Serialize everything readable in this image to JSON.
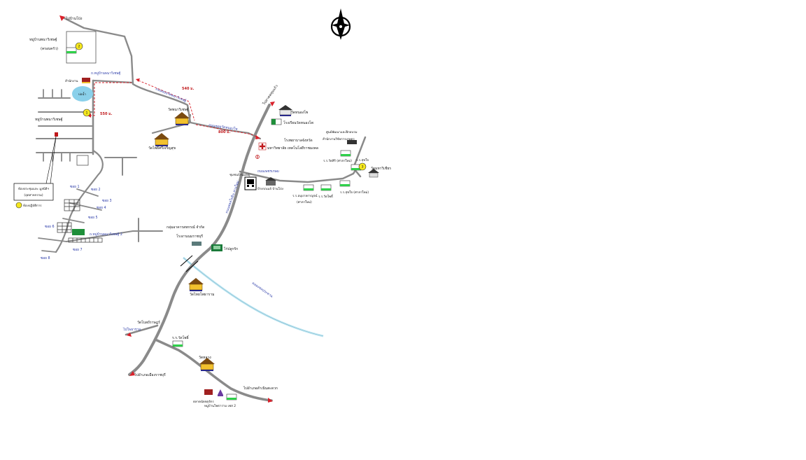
{
  "legend": {
    "title": "ห้องประชุมและ มูลนิธิฯ",
    "subtitle": "(อุตสาหกรรม)",
    "item": "ห้องปฏิบัติการ"
  },
  "labels": {
    "to_top": "ไปบ้านโป่ง",
    "village_top_1": "หมู่บ้านพนาวิเชษฐ์",
    "village_top_2": "(ครอบครัว)",
    "office": "สำนักงาน",
    "pond": "บ่อน้ำ",
    "road_village1": "ถ.หมู่บ้านพนาวิเชษฐ์",
    "village_mid": "หมู่บ้านพนาวิเชษฐ์",
    "dist_540": "540 ม.",
    "dist_550": "550 ม.",
    "dist_800": "800 ม.",
    "road_wat_1": "ถนนซอยวัดพนาวิเชษฐ์",
    "road_wat_2": "ถนนซอยวัดหนองโพ",
    "wat_1": "วัดพนาวิเชษฐ์",
    "wat_2": "วัดหนองโพ",
    "school_1": "โรงเรียนวัดหนองโพ",
    "temple_small": "วัดโพธิ์ศรีเจริญสุข",
    "to_north": "ไปลาดหลุมแก้ว",
    "hospital_1": "โรงพยาบาลจังหวัด",
    "hospital_2": "มหาวิทยาลัย เทคโนโลยีราชมงคล",
    "training": "ศูนย์พัฒนาและฝึกอบรม",
    "training_2": "สำนักงานวิจัยการเกษตร",
    "school_2": "ร.ร.วัดสิริ (ศาลาใหม่)",
    "school_3": "ร.ร.สุขใจ",
    "temple_east": "วัดมหาวิเชียร",
    "bus_stop": "ป้ายรถเมล์ บ้านโป่ง",
    "bank": "ร.ร. อนุบาลเด็กเล็ก จำกัด",
    "school_4": "ร.ร.อนุบาลกาญจน์",
    "school_4b": "(ศาลาใหม่)",
    "school_5": "ร.ร.วัดโพธิ์",
    "school_6": "ร.ร.สุขใจ (ศาลาใหม่)",
    "road_east": "ถนนเพชรเกษม",
    "road_main": "ถนนพหลโยธิน สายใหม่",
    "coop_1": "กลุ่มอาคารสหกรณ์ จำกัด",
    "coop_2": "โรงงานนมราชบุรี",
    "resort": "ไร่ปลูกรัก",
    "wat_3": "วัดไทยโพธาราม",
    "canal": "คลองชลประทาน",
    "rd_1": "ซอย 1",
    "rd_2": "ซอย 2",
    "rd_3": "ซอย 3",
    "rd_4": "ซอย 4",
    "rd_5": "ซอย 5",
    "rd_6": "ซอย 6",
    "rd_7": "ซอย 7",
    "rd_8": "ซอย 8",
    "village_2": "ถ.หมู่บ้านพนาวิเชษฐ์ 2",
    "junction": "ชุมชนบ้านมอญ",
    "to_west": "ไปโพธาราม",
    "school_7": "ร.ร.วัดโพธิ์",
    "wat_4": "วัดหลวง",
    "to_south": "ไปอำเภอเมืองราชบุรี",
    "to_se": "ไปอำเภอดำเนินสะดวก",
    "market": "ตลาดนัดจตุจักร",
    "village_se": "หมู่บ้านโพธาราม เฟส 2",
    "wat_south": "วัดโบสถ์ราษฎร์"
  },
  "markers": {
    "m1": "1",
    "m2": "2",
    "m3": "3"
  },
  "colors": {
    "road": "#8a8a8a",
    "canal": "#bfe6f2",
    "pond": "#8ad0ea",
    "dashed": "#d9202a",
    "marker": "#f5e71e",
    "label_blue": "#2a3aa8"
  },
  "icons": [
    "north-arrow-icon",
    "temple-icon",
    "school-icon",
    "hospital-icon",
    "bus-icon",
    "tree-icon",
    "marker-icon"
  ]
}
